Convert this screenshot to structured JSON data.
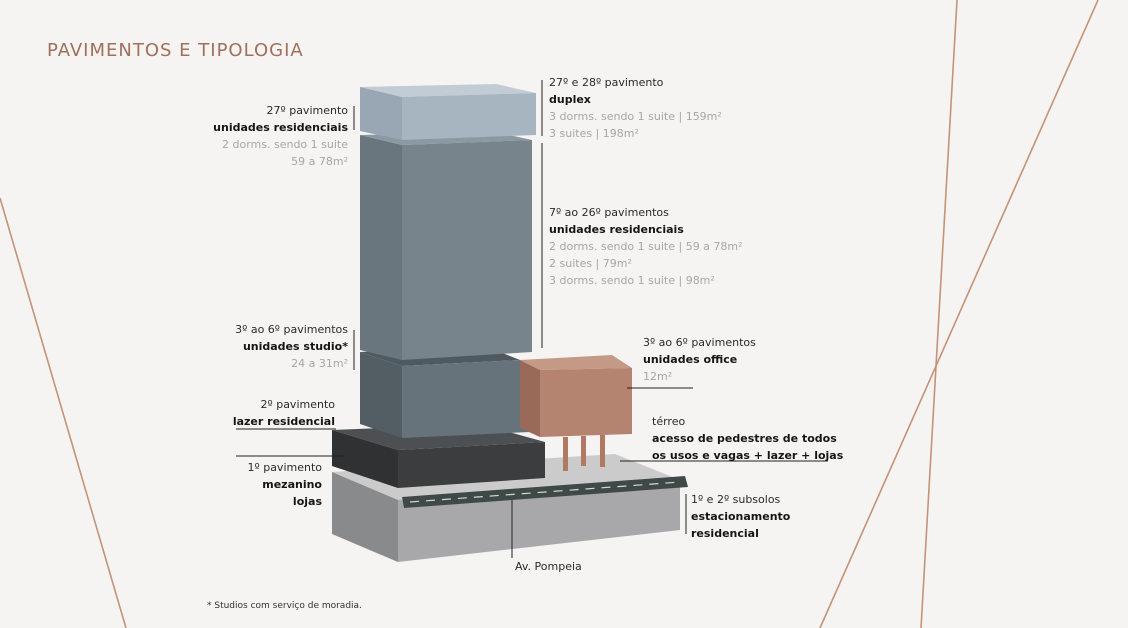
{
  "title": "PAVIMENTOS E TIPOLOGIA",
  "labels": {
    "duplex": {
      "title": "27º e 28º pavimento",
      "name": "duplex",
      "lines": [
        "3 dorms. sendo 1 suite | 159m²",
        "3 suites | 198m²"
      ]
    },
    "floor27": {
      "title": "27º pavimento",
      "name": "unidades residenciais",
      "lines": [
        "2 dorms. sendo 1 suite",
        "59 a 78m²"
      ]
    },
    "floors7_26": {
      "title": "7º ao 26º pavimentos",
      "name": "unidades residenciais",
      "lines": [
        "2 dorms. sendo 1 suite | 59 a 78m²",
        "2 suites | 79m²",
        "3 dorms. sendo 1 suite | 98m²"
      ]
    },
    "studio": {
      "title": "3º ao 6º pavimentos",
      "name": "unidades studio*",
      "lines": [
        "24 a 31m²"
      ]
    },
    "office": {
      "title": "3º ao 6º pavimentos",
      "name": "unidades office",
      "lines": [
        "12m²"
      ]
    },
    "lazer": {
      "title": "2º pavimento",
      "name": "lazer residencial"
    },
    "terreo": {
      "title": "térreo",
      "name_lines": [
        "acesso de pedestres de todos",
        "os usos e vagas + lazer + lojas"
      ]
    },
    "mezanino": {
      "title": "1º pavimento",
      "name_lines": [
        "mezanino",
        "lojas"
      ]
    },
    "subsolos": {
      "title": "1º e 2º subsolos",
      "name_lines": [
        "estacionamento",
        "residencial"
      ]
    },
    "street": {
      "name": "Av. Pompeia"
    }
  },
  "footnote": "* Studios com serviço de moradia.",
  "colors": {
    "accent": "#a0705c",
    "duplex_block": "#a7b5c1",
    "tower_block": "#6f7d86",
    "studio_block": "#5d6a70",
    "office_block": "#b48471",
    "lazer_block": "#3b3d3f",
    "base_block": "#a8a8aa",
    "copper_line": "#c49378"
  }
}
